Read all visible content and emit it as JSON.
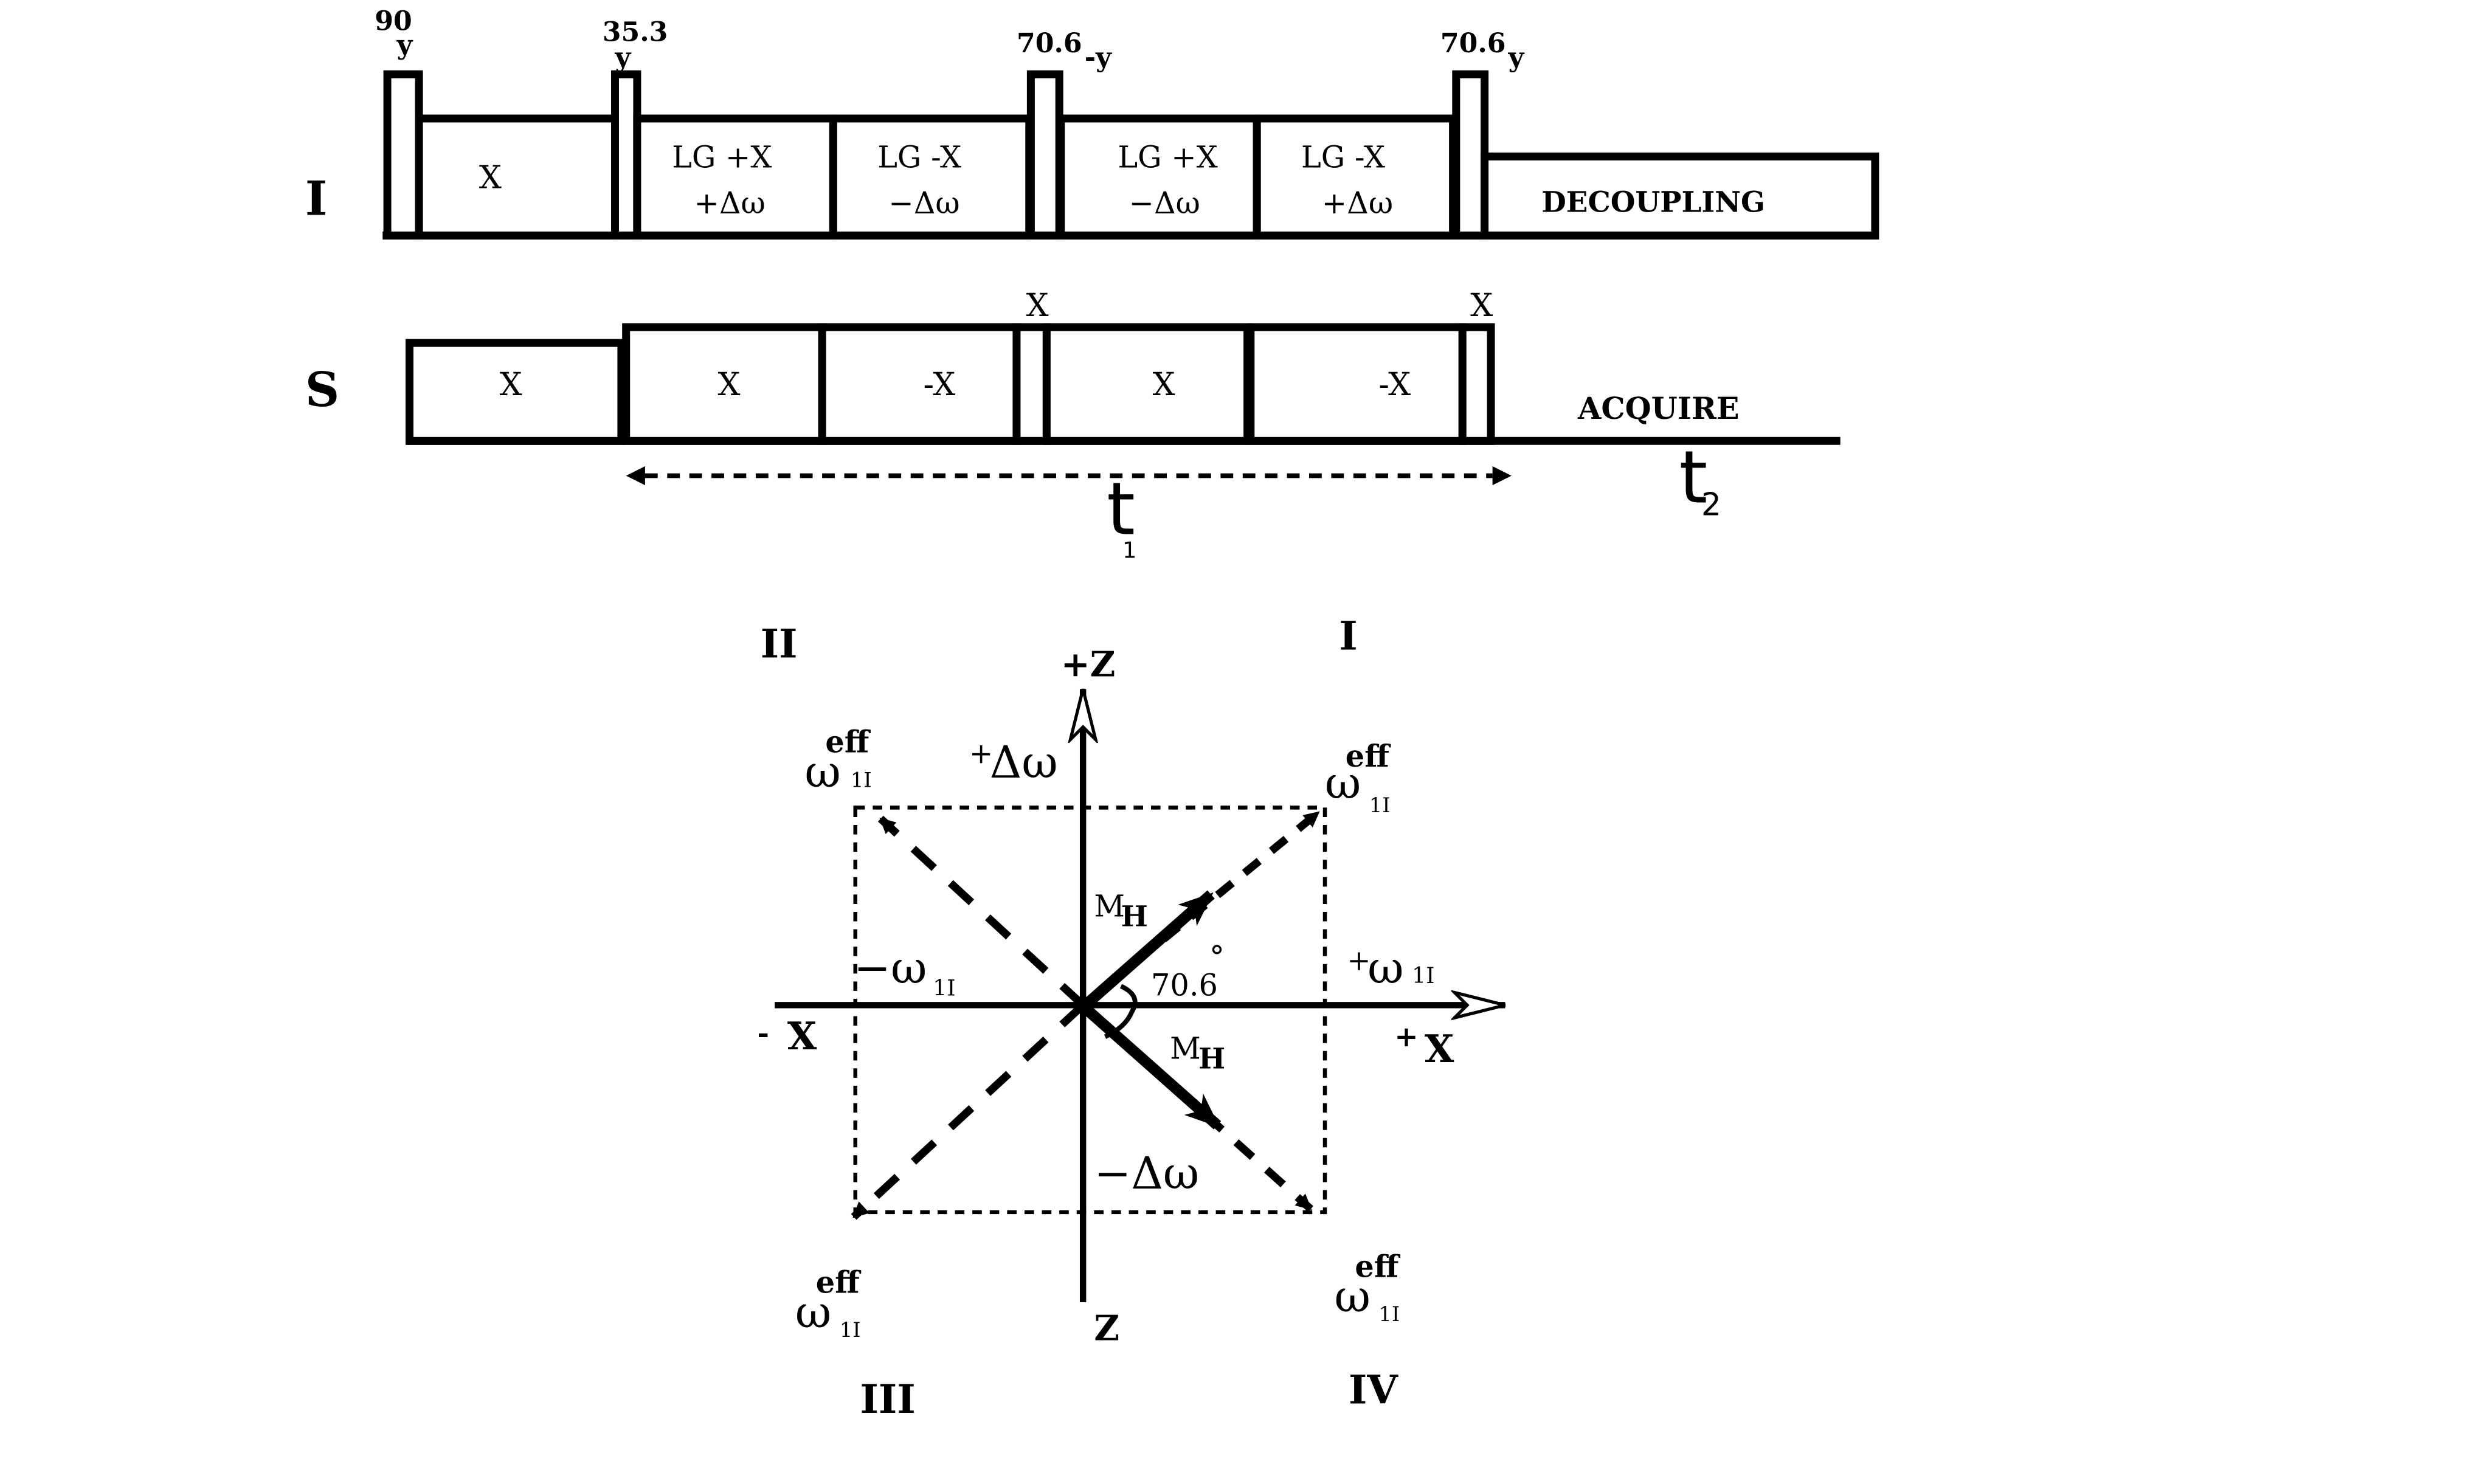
{
  "colors": {
    "ink": "#000000",
    "background": "#ffffff"
  },
  "pulse_sequence": {
    "channels": [
      {
        "id": "I",
        "label": "I"
      },
      {
        "id": "S",
        "label": "S"
      }
    ],
    "I_channel": {
      "pulses": [
        {
          "angle": "90",
          "phase": "y"
        },
        {
          "angle": "35.3",
          "phase": "y"
        },
        {
          "angle": "70.6",
          "phase": "-y"
        },
        {
          "angle": "70.6",
          "phase": "y"
        }
      ],
      "blocks": [
        {
          "line1": "X",
          "line2": ""
        },
        {
          "line1": "LG +X",
          "line2": "+Δω"
        },
        {
          "line1": "LG -X",
          "line2": "−Δω"
        },
        {
          "line1": "LG +X",
          "line2": "−Δω"
        },
        {
          "line1": "LG -X",
          "line2": "+Δω"
        },
        {
          "line1": "DECOUPLING",
          "line2": ""
        }
      ]
    },
    "S_channel": {
      "blocks": [
        {
          "label": "X"
        },
        {
          "label": "X"
        },
        {
          "label": "-X"
        },
        {
          "label": "X"
        },
        {
          "label": "-X"
        }
      ],
      "pulses": [
        {
          "phase": "X"
        },
        {
          "phase": "X"
        }
      ],
      "acquire_label": "ACQUIRE"
    },
    "time_labels": {
      "t1": "t",
      "t1_sub": "1",
      "t2": "t",
      "t2_sub": "2"
    }
  },
  "vector_diagram": {
    "quadrants": [
      "I",
      "II",
      "III",
      "IV"
    ],
    "axes": {
      "plus_z": "+Z",
      "minus_z": "Z",
      "plus_x_sign": "+",
      "plus_x": "X",
      "minus_x_sign": "-",
      "minus_x": "X"
    },
    "offsets": {
      "plus_delta_omega_sign": "+",
      "plus_delta_omega": "Δω",
      "minus_delta_omega": "−Δω",
      "plus_omega_sign": "+",
      "plus_omega": "ω",
      "minus_omega": "−ω",
      "omega_sub": "1I"
    },
    "effective_field": {
      "symbol": "ω",
      "sub": "1I",
      "sup": "eff"
    },
    "magnetization": {
      "symbol": "M",
      "sub": "H"
    },
    "angle_label": "70.6",
    "angle_unit": "°"
  }
}
